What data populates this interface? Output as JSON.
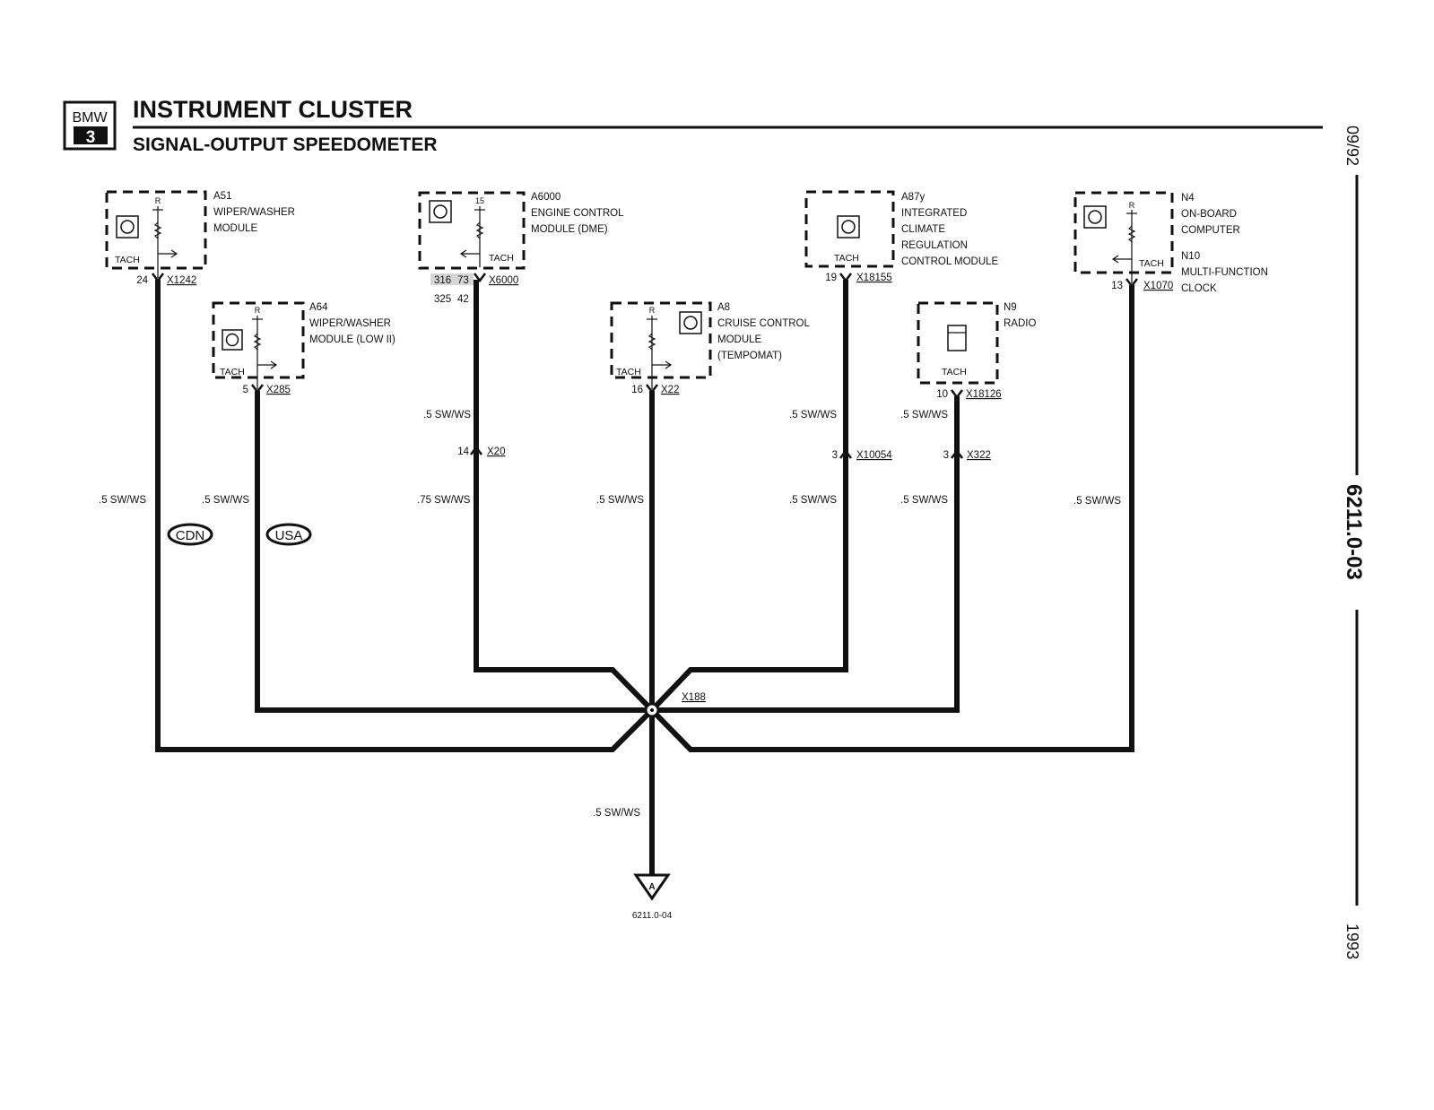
{
  "header": {
    "badge_top": "BMW",
    "badge_bottom": "3",
    "title": "INSTRUMENT CLUSTER",
    "subtitle": "SIGNAL-OUTPUT SPEEDOMETER"
  },
  "side": {
    "date": "09/92",
    "page": "6211.0-03",
    "year": "1993"
  },
  "components": {
    "a51": {
      "id": "A51",
      "line1": "WIPER/WASHER",
      "line2": "MODULE",
      "tach": "TACH",
      "r": "R"
    },
    "a64": {
      "id": "A64",
      "line1": "WIPER/WASHER",
      "line2": "MODULE (LOW II)",
      "tach": "TACH",
      "r": "R"
    },
    "a6000": {
      "id": "A6000",
      "line1": "ENGINE CONTROL",
      "line2": "MODULE (DME)",
      "tach": "TACH",
      "pin": "15"
    },
    "a8": {
      "id": "A8",
      "line1": "CRUISE CONTROL",
      "line2": "MODULE",
      "line3": "(TEMPOMAT)",
      "tach": "TACH",
      "r": "R"
    },
    "a87": {
      "id": "A87y",
      "line1": "INTEGRATED",
      "line2": "CLIMATE",
      "line3": "REGULATION",
      "line4": "CONTROL MODULE",
      "tach": "TACH"
    },
    "n9": {
      "id": "N9",
      "line1": "RADIO",
      "tach": "TACH"
    },
    "n4": {
      "id": "N4",
      "line1": "ON-BOARD",
      "line2": "COMPUTER",
      "id2": "N10",
      "line3": "MULTI-FUNCTION",
      "line4": "CLOCK",
      "tach": "TACH",
      "r": "R"
    }
  },
  "connectors": {
    "x1242": {
      "name": "X1242",
      "pin": "24"
    },
    "x285": {
      "name": "X285",
      "pin": "5"
    },
    "x6000": {
      "name": "X6000",
      "pin_a": "316",
      "pin_b": "73",
      "pin_c": "325",
      "pin_d": "42"
    },
    "x22": {
      "name": "X22",
      "pin": "16"
    },
    "x18155": {
      "name": "X18155",
      "pin": "19"
    },
    "x18126": {
      "name": "X18126",
      "pin": "10"
    },
    "x1070": {
      "name": "X1070",
      "pin": "13"
    },
    "x20": {
      "name": "X20",
      "pin": "14"
    },
    "x10054": {
      "name": "X10054",
      "pin": "3"
    },
    "x322": {
      "name": "X322",
      "pin": "3"
    },
    "x188": {
      "name": "X188"
    }
  },
  "wires": {
    "a51": ".5 SW/WS",
    "a64": ".5 SW/WS",
    "a6000_upper": ".5 SW/WS",
    "a6000_lower": ".75 SW/WS",
    "a8": ".5 SW/WS",
    "a87_upper": ".5 SW/WS",
    "a87_lower": ".5 SW/WS",
    "n9_upper": ".5 SW/WS",
    "n9_lower": ".5 SW/WS",
    "n4": ".5 SW/WS",
    "output": ".5 SW/WS"
  },
  "markets": {
    "cdn": "CDN",
    "usa": "USA"
  },
  "ground": {
    "symbol": "A",
    "ref": "6211.0-04"
  }
}
